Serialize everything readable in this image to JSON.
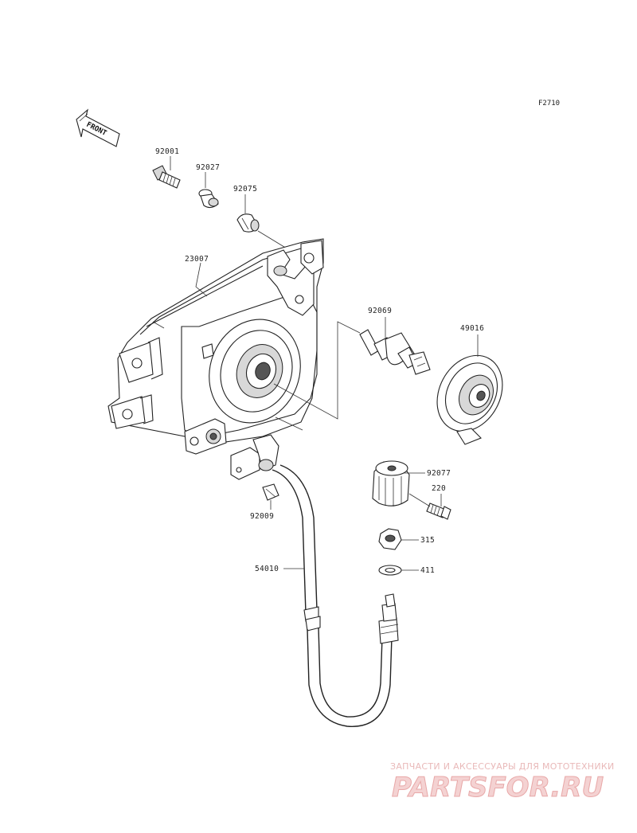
{
  "figure_code": "F2710",
  "front_marker": "FRONT",
  "parts": {
    "screw": "92001",
    "collar": "92027",
    "grommet": "92075",
    "headlamp": "23007",
    "bulb": "92069",
    "socket_cover": "49016",
    "knob": "92077",
    "bolt": "220",
    "nut": "315",
    "washer": "411",
    "clamp_screw": "92009",
    "cable": "54010"
  },
  "watermark": {
    "tagline": "ЗАПЧАСТИ И АКСЕССУАРЫ ДЛЯ МОТОТЕХНИКИ",
    "logo": "PARTSFOR.RU"
  }
}
